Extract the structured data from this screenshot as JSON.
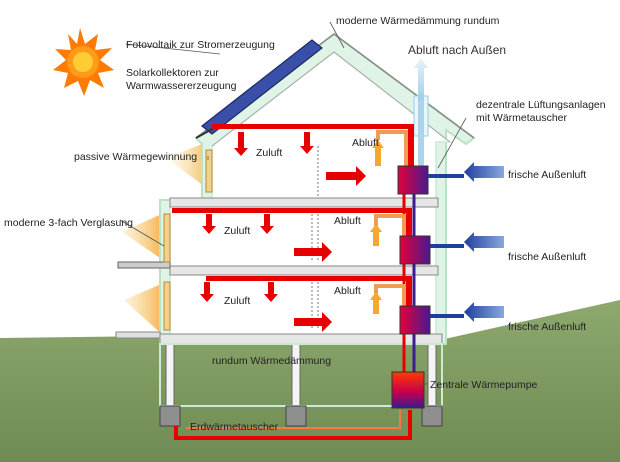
{
  "labels": {
    "insulation_top": "moderne Wärmedämmung  rundum",
    "photovoltaic": "Fotovoltaik zur Stromerzeugung",
    "solar_collectors_line1": "Solarkollektoren zur",
    "solar_collectors_line2": "Warmwassererzeugung",
    "exhaust_out": "Abluft nach Außen",
    "ventilation_line1": "dezentrale Lüftungsanlagen",
    "ventilation_line2": "mit Wärmetauscher",
    "passive_gain": "passive Wärmegewinnung",
    "glazing": "moderne 3-fach Verglasung",
    "supply_air": "Zuluft",
    "exhaust_air": "Abluft",
    "fresh_air": "frische Außenluft",
    "insulation_bottom": "rundum Wärmedämmung",
    "heat_pump": "Zentrale Wärmepumpe",
    "ground_exchanger": "Erdwärmetauscher"
  },
  "colors": {
    "sun": "#ff6a00",
    "ground": "#7d9a5e",
    "insulation": "#d7f2e0",
    "supply_duct": "#e60000",
    "exhaust_duct": "#ef9c55",
    "fresh_air": "#1f3f9e",
    "exhaust_out": "#a9d4ea"
  }
}
